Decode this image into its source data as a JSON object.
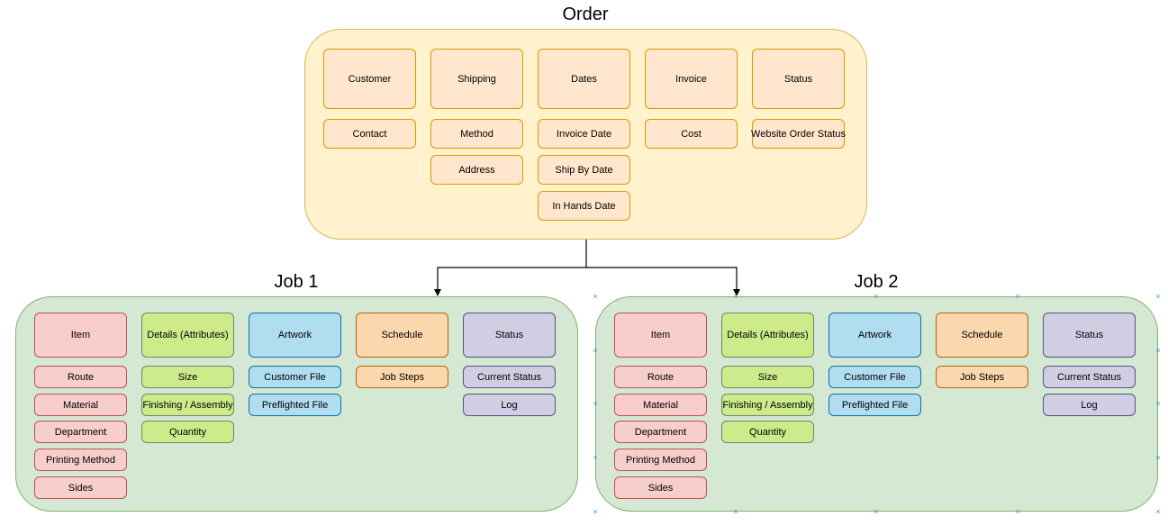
{
  "order": {
    "title": "Order",
    "columns": [
      {
        "header": "Customer",
        "items": [
          "Contact"
        ]
      },
      {
        "header": "Shipping",
        "items": [
          "Method",
          "Address"
        ]
      },
      {
        "header": "Dates",
        "items": [
          "Invoice Date",
          "Ship By Date",
          "In Hands Date"
        ]
      },
      {
        "header": "Invoice",
        "items": [
          "Cost"
        ]
      },
      {
        "header": "Status",
        "items": [
          "Website Order Status"
        ]
      }
    ]
  },
  "jobs": [
    {
      "title": "Job 1",
      "columns": [
        {
          "header": "Item",
          "items": [
            "Route",
            "Material",
            "Department",
            "Printing Method",
            "Sides"
          ]
        },
        {
          "header": "Details (Attributes)",
          "items": [
            "Size",
            "Finishing / Assembly",
            "Quantity"
          ]
        },
        {
          "header": "Artwork",
          "items": [
            "Customer File",
            "Preflighted File"
          ]
        },
        {
          "header": "Schedule",
          "items": [
            "Job Steps"
          ]
        },
        {
          "header": "Status",
          "items": [
            "Current Status",
            "Log"
          ]
        }
      ]
    },
    {
      "title": "Job 2",
      "columns": [
        {
          "header": "Item",
          "items": [
            "Route",
            "Material",
            "Department",
            "Printing Method",
            "Sides"
          ]
        },
        {
          "header": "Details (Attributes)",
          "items": [
            "Size",
            "Finishing / Assembly",
            "Quantity"
          ]
        },
        {
          "header": "Artwork",
          "items": [
            "Customer File",
            "Preflighted File"
          ]
        },
        {
          "header": "Schedule",
          "items": [
            "Job Steps"
          ]
        },
        {
          "header": "Status",
          "items": [
            "Current Status",
            "Log"
          ]
        }
      ]
    }
  ],
  "colors": {
    "order_fill": "#fff2cc",
    "order_stroke": "#d6b656",
    "job_fill": "#d5e8d4",
    "job_stroke": "#82b366",
    "peach": "#ffe6cc",
    "item_red": "#f8cecc",
    "details_green": "#cdeb8b",
    "artwork_blue": "#b1ddf0",
    "schedule_orange": "#fad7ac",
    "status_purple": "#d0cee2",
    "selection_handle": "#2e9cdb"
  }
}
